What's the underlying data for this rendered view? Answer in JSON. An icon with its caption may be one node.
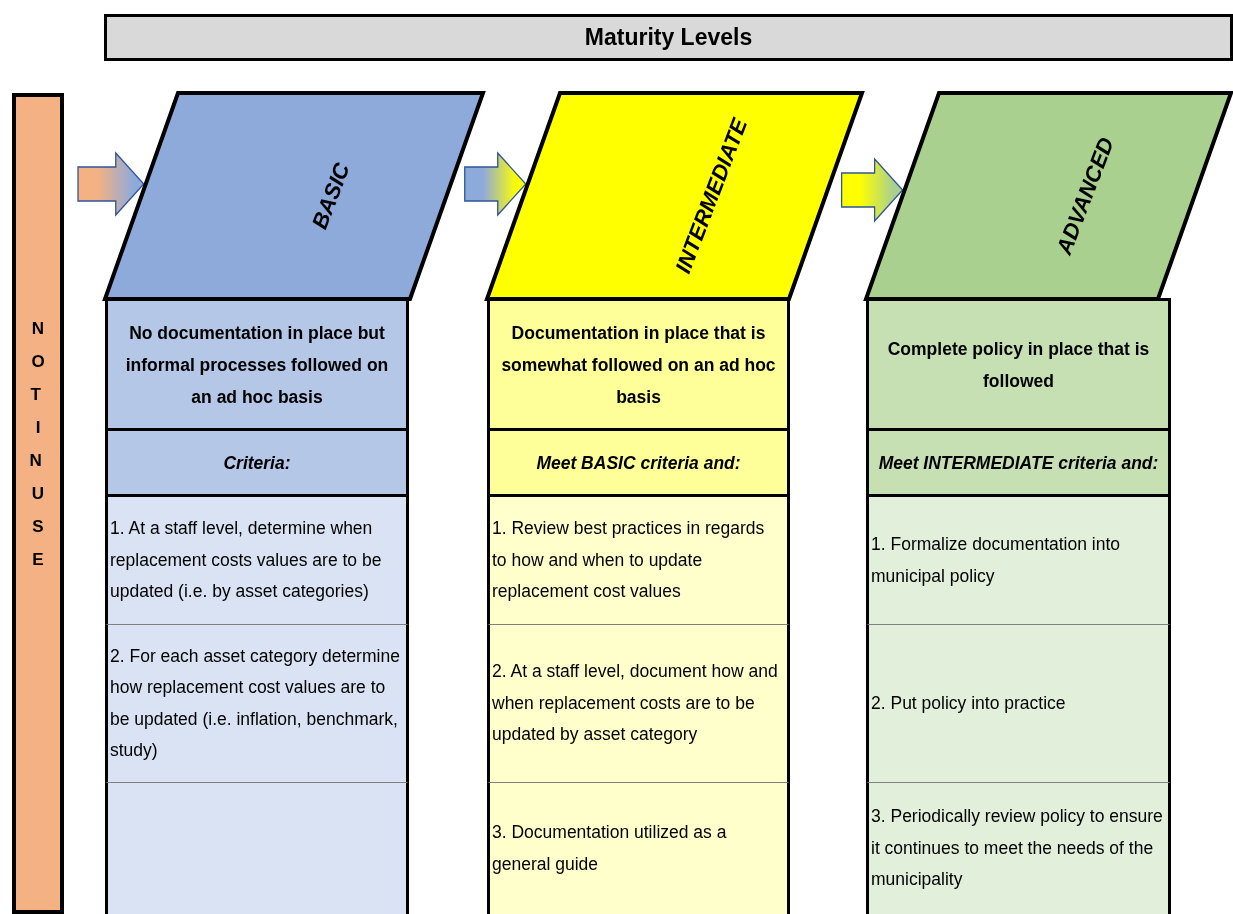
{
  "diagram": {
    "nodes": [
      {
        "text": [
          "Maturity Levels"
        ]
      },
      {
        "text": [
          "NOT IN USE"
        ]
      },
      {
        "text": [
          "BASIC"
        ]
      },
      {
        "text": [
          "INTERMEDIATE"
        ]
      },
      {
        "text": [
          "ADVANCED"
        ]
      },
      {
        "text": [
          "No documentation in place but informal processes followed on an ad hoc basis"
        ]
      },
      {
        "text": [
          "Criteria:"
        ]
      },
      {
        "text": [
          "1.  At a staff level, determine when replacement costs values are to be updated (i.e. by asset categories)"
        ]
      },
      {
        "text": [
          "2.  For each asset category determine how replacement cost values are to be updated (i.e. inflation, benchmark, study)"
        ]
      },
      {
        "text": [],
        "shape": "box"
      },
      {
        "text": [
          "Documentation in place that is somewhat followed on an ad hoc basis"
        ]
      },
      {
        "text": [
          "Meet BASIC criteria and:"
        ]
      },
      {
        "text": [
          "1. Review best practices in regards to how and when to update replacement cost values"
        ]
      },
      {
        "text": [
          "2.  At a staff level, document how and when replacement costs are to be updated by asset category"
        ]
      },
      {
        "text": [
          "3.  Documentation utilized as a general guide"
        ]
      },
      {
        "text": [
          "Complete policy in place that is followed"
        ]
      },
      {
        "text": [
          "Meet INTERMEDIATE criteria and:"
        ]
      },
      {
        "text": [
          "1. Formalize documentation into municipal policy"
        ]
      },
      {
        "text": [
          "2.  Put policy into practice"
        ]
      },
      {
        "text": [
          "3.  Periodically review policy to ensure it continues to meet the needs of the municipality"
        ]
      }
    ],
    "edges": [
      {
        "from": 1,
        "to": 2,
        "arrow": "to"
      },
      {
        "from": 2,
        "to": 3,
        "arrow": "to"
      },
      {
        "from": 3,
        "to": 4,
        "arrow": "to"
      }
    ]
  }
}
